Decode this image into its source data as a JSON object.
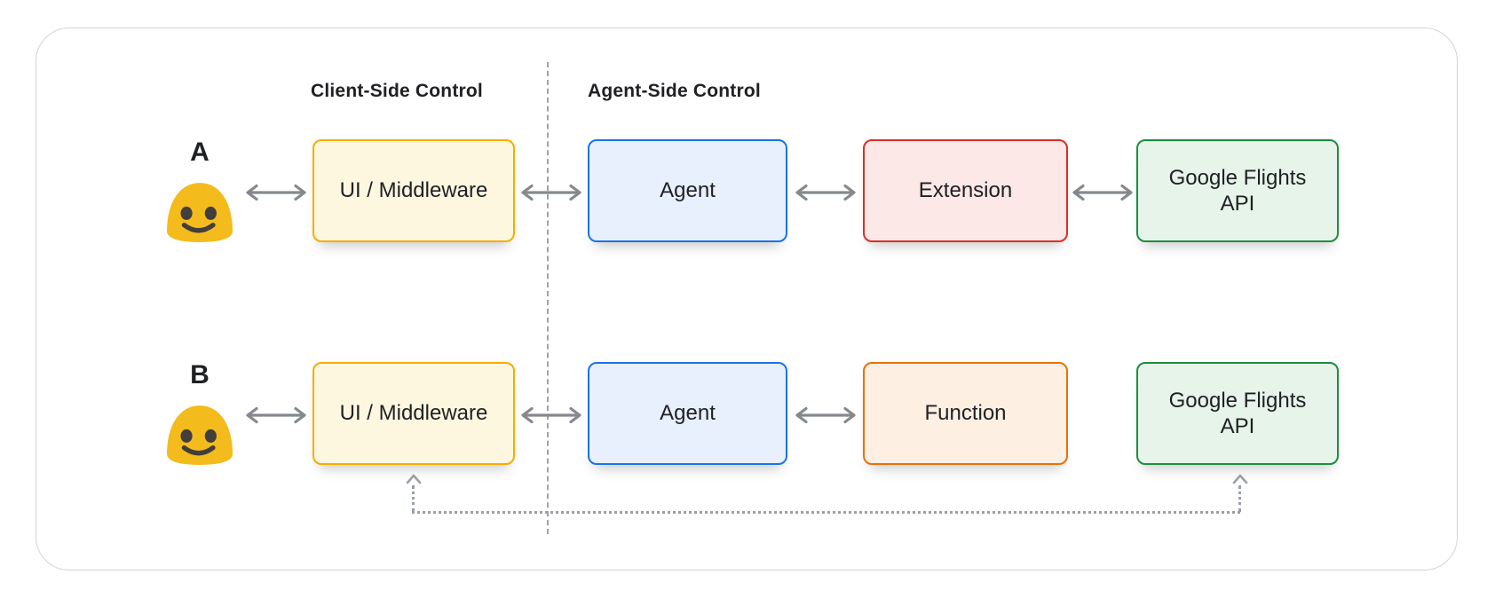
{
  "sections": {
    "client": {
      "label": "Client-Side Control"
    },
    "agent_side": {
      "label": "Agent-Side Control"
    }
  },
  "rows": {
    "A": {
      "user": "A",
      "nodes": {
        "ui": {
          "label": "UI / Middleware",
          "fill": "#FEF7E0",
          "border": "#F9AB00"
        },
        "agent": {
          "label": "Agent",
          "fill": "#E8F0FE",
          "border": "#1A73E8"
        },
        "tool": {
          "label": "Extension",
          "fill": "#FCE8E6",
          "border": "#D93025"
        },
        "api": {
          "label": "Google Flights API",
          "fill": "#E6F4EA",
          "border": "#1E8E3E"
        }
      }
    },
    "B": {
      "user": "B",
      "nodes": {
        "ui": {
          "label": "UI / Middleware",
          "fill": "#FEF7E0",
          "border": "#F9AB00"
        },
        "agent": {
          "label": "Agent",
          "fill": "#E8F0FE",
          "border": "#1A73E8"
        },
        "tool": {
          "label": "Function",
          "fill": "#FEEFE3",
          "border": "#E8710A"
        },
        "api": {
          "label": "Google Flights API",
          "fill": "#E6F4EA",
          "border": "#1E8E3E"
        }
      }
    }
  },
  "colors": {
    "text": "#202124",
    "arrow": "#85898E",
    "dotted": "#9AA0A6",
    "divider": "#9FA3A9",
    "card_border": "#D2D4D6",
    "emoji_body": "#F3BB1C",
    "emoji_features": "#413E3B"
  }
}
